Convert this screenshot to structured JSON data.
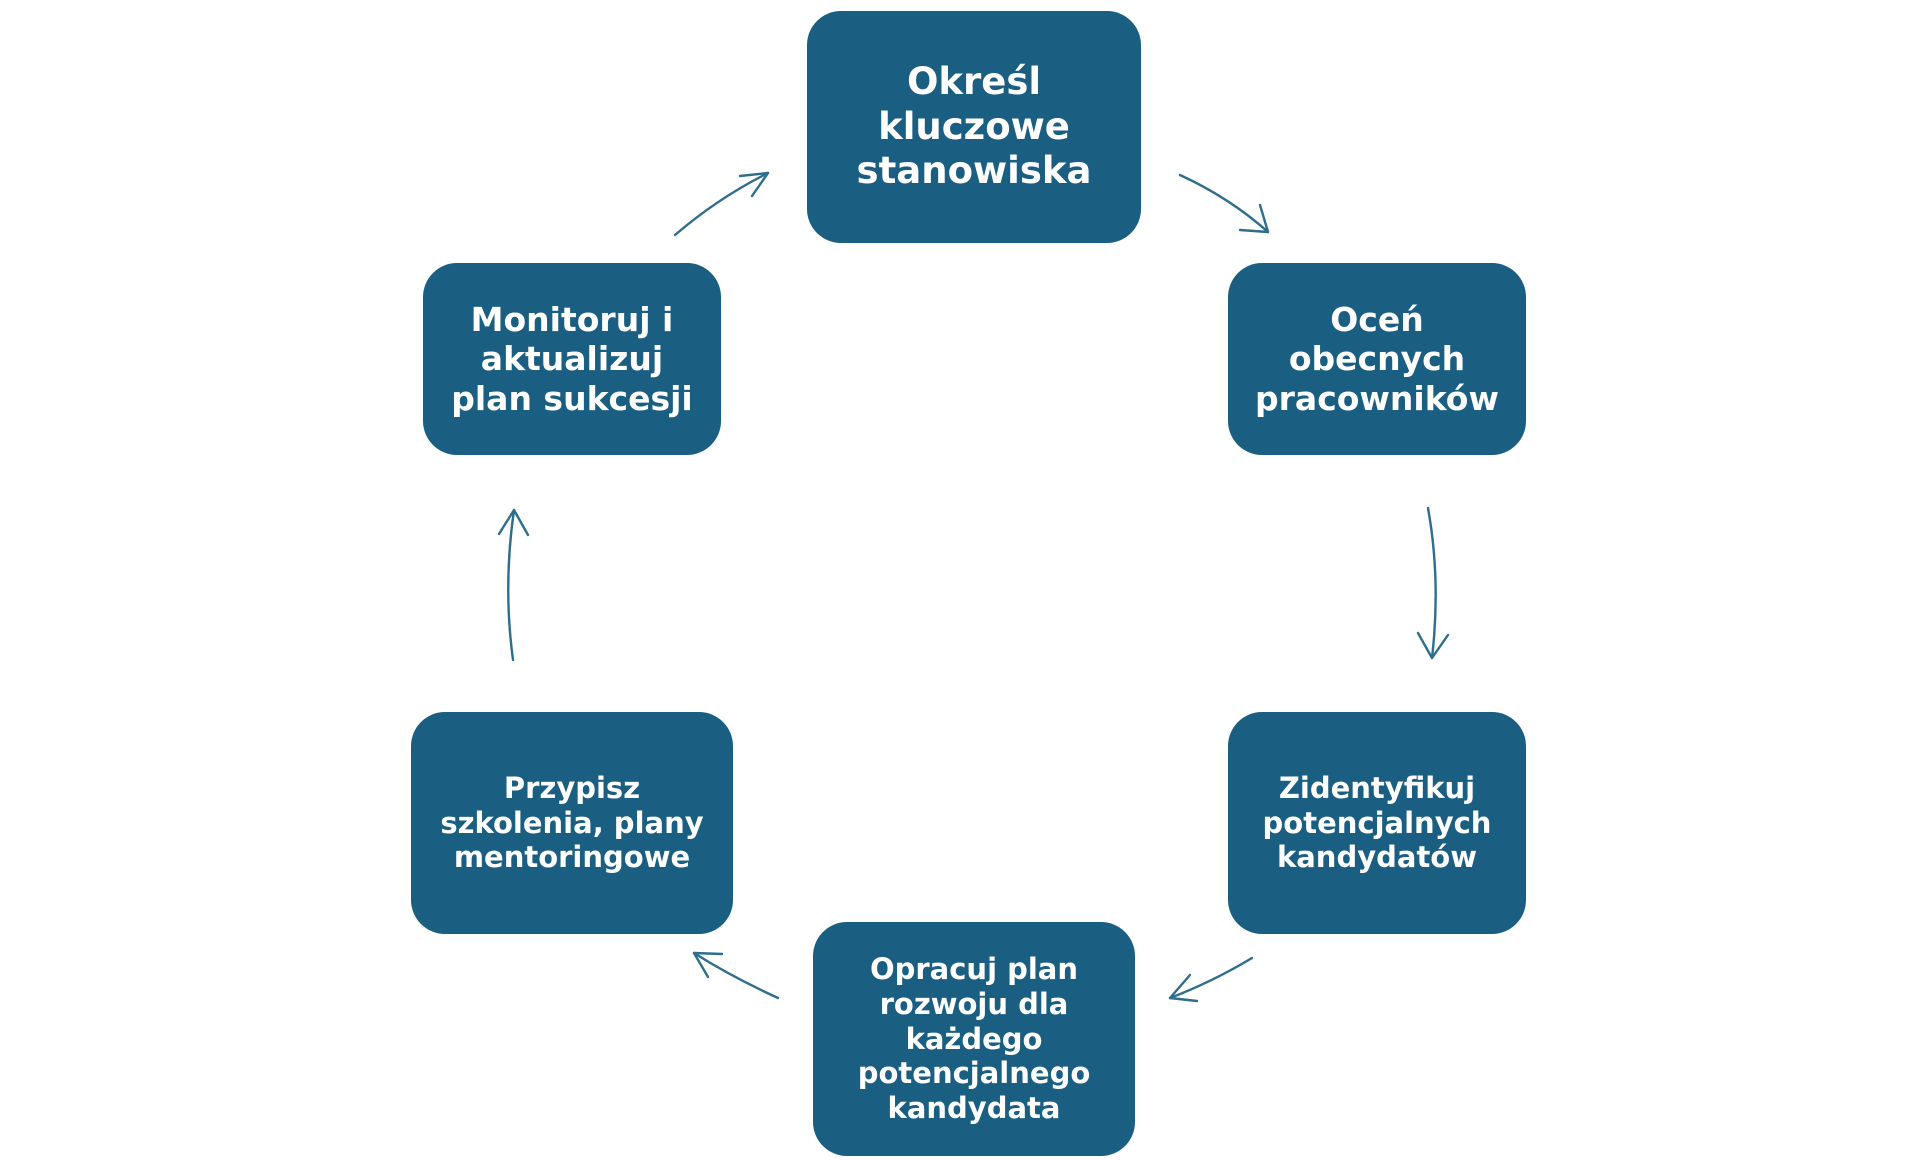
{
  "diagram": {
    "type": "cycle",
    "colors": {
      "node_fill": "#1a5e82",
      "node_text": "#ffffff",
      "arrow": "#2f6d8f"
    },
    "steps": [
      {
        "label": "Określ\nkluczowe\nstanowiska"
      },
      {
        "label": "Oceń\nobecnych\npracowników"
      },
      {
        "label": "Zidentyfikuj\npotencjalnych\nkandydatów"
      },
      {
        "label": "Opracuj plan\nrozwoju dla\nkażdego\npotencjalnego\nkandydata"
      },
      {
        "label": "Przypisz\nszkolenia, plany\nmentoringowe"
      },
      {
        "label": "Monitoruj i\naktualizuj\nplan sukcesji"
      }
    ]
  }
}
